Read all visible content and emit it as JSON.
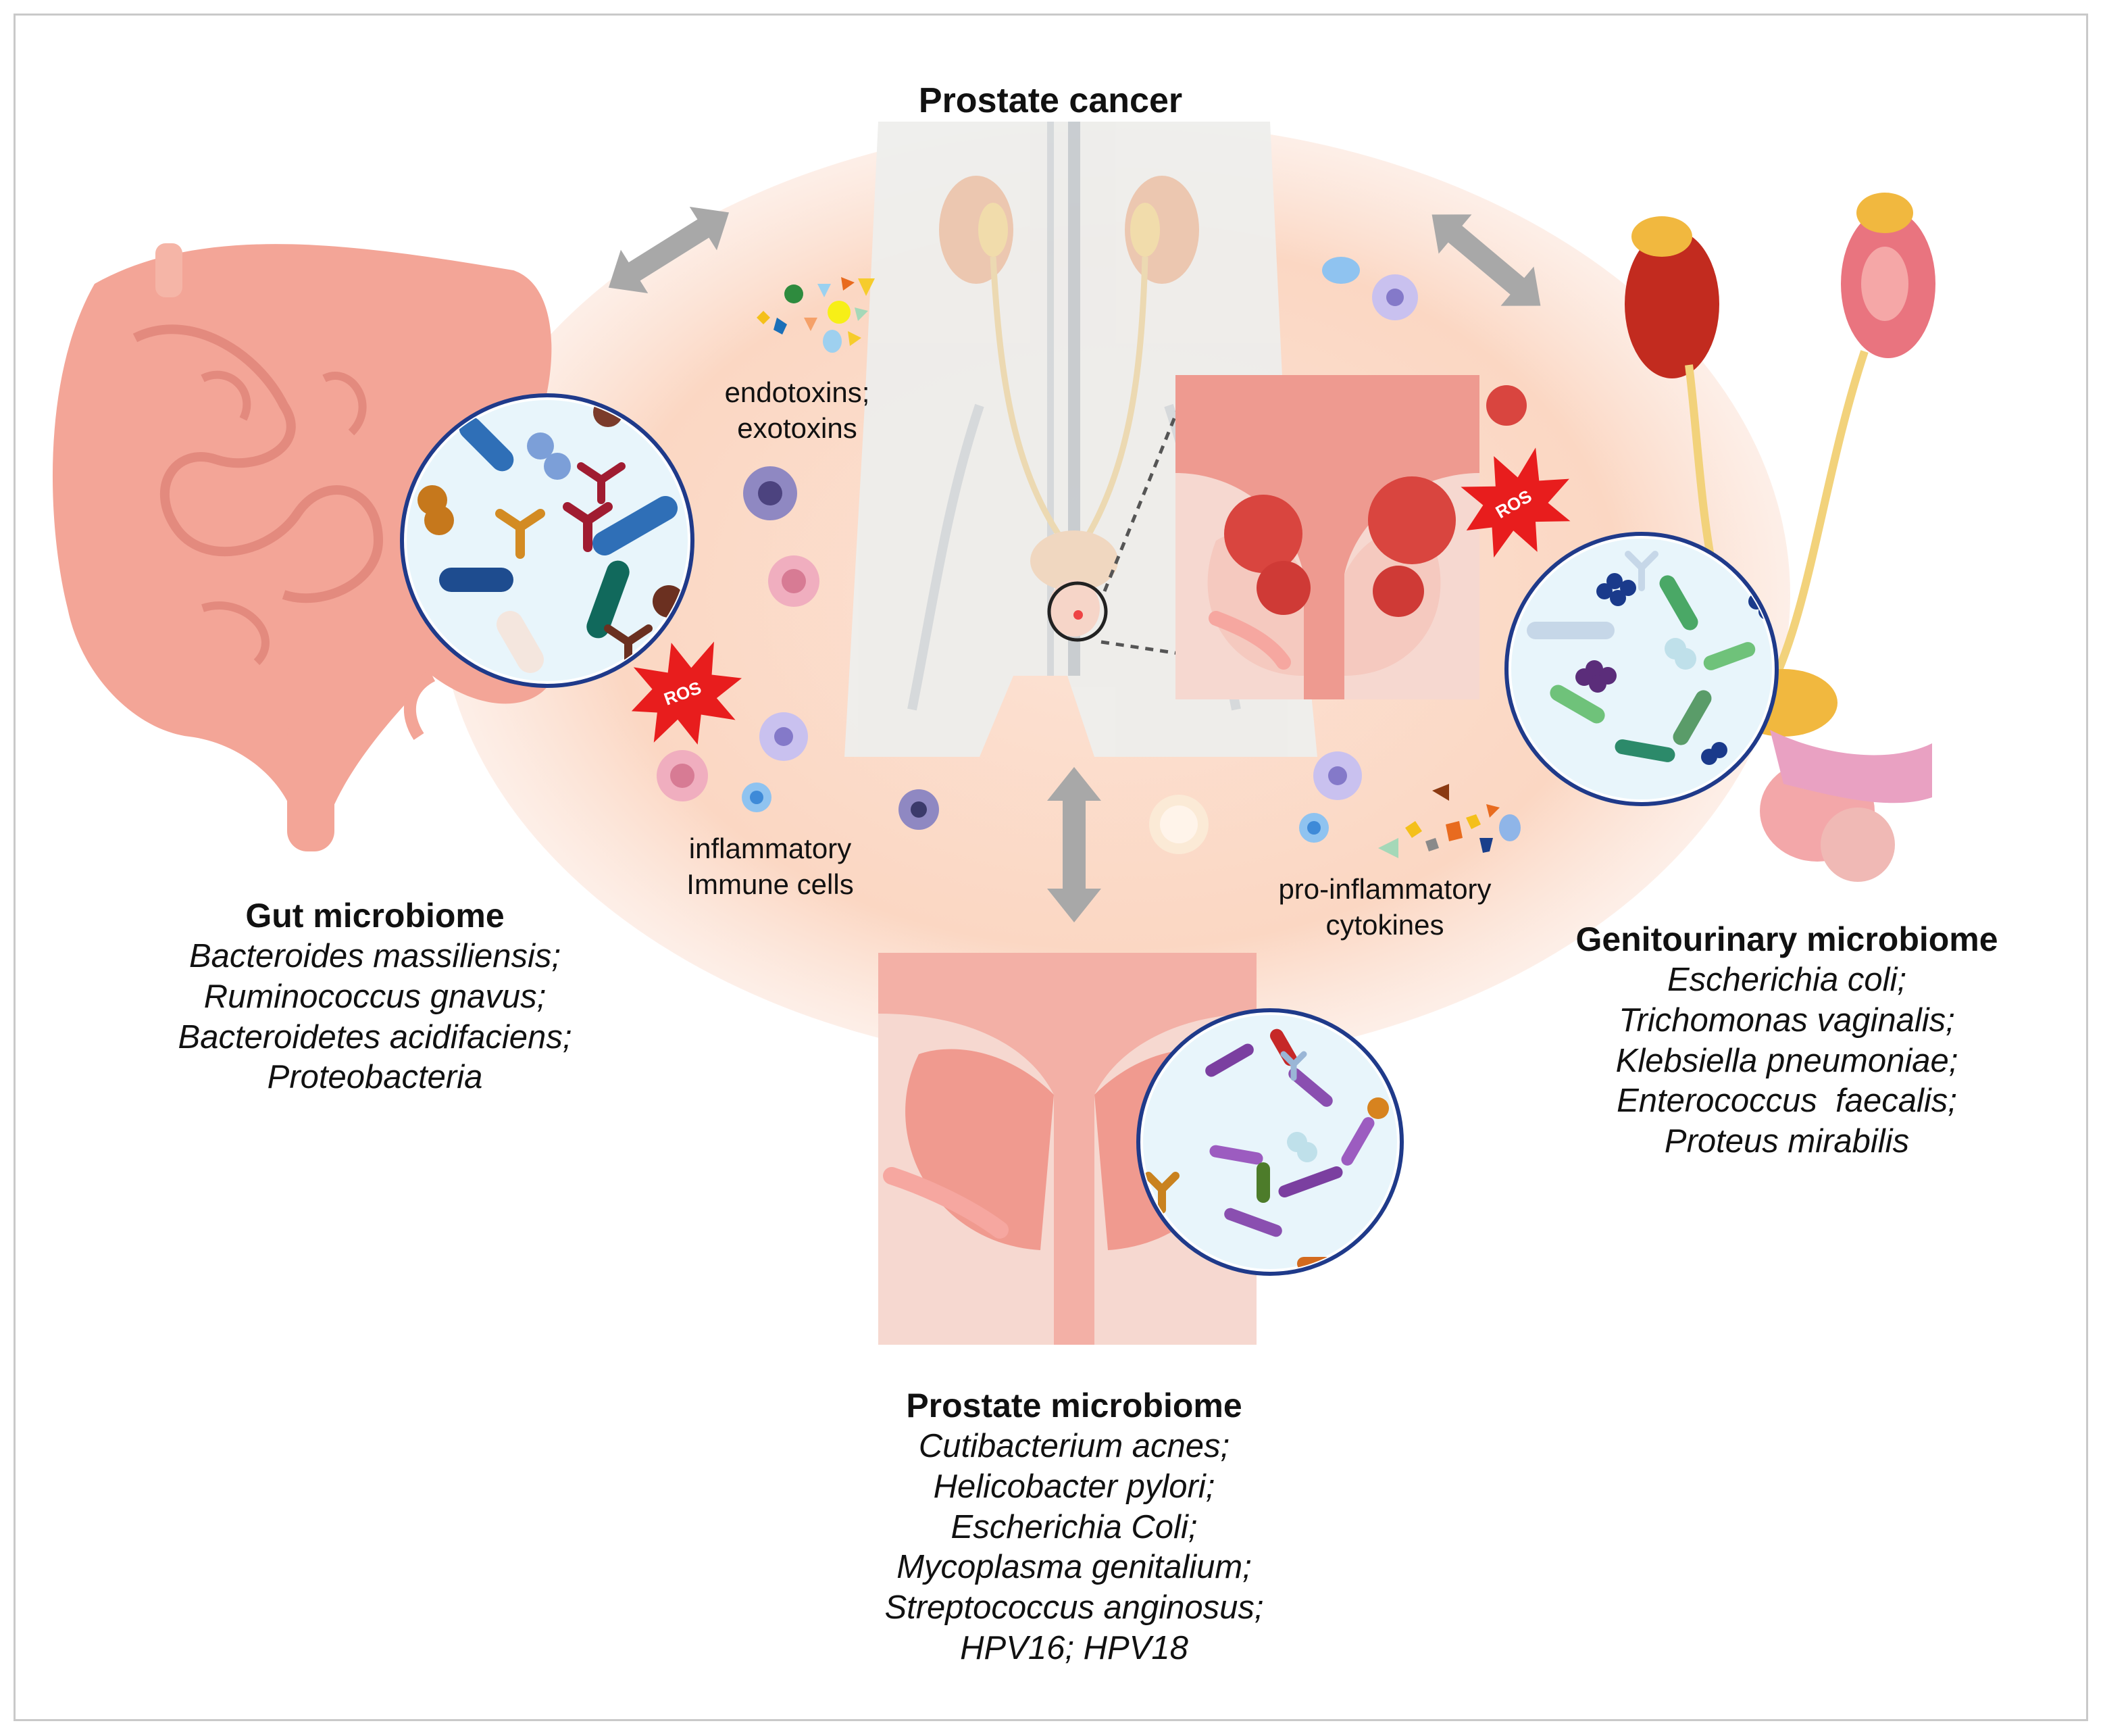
{
  "center": {
    "title": "Prostate cancer"
  },
  "labels": {
    "toxins": [
      "endotoxins;",
      "exotoxins"
    ],
    "immune": [
      "inflammatory",
      "Immune cells"
    ],
    "cytokines": [
      "pro-inflammatory",
      "cytokines"
    ],
    "ros": "ROS"
  },
  "gut": {
    "title": "Gut microbiome",
    "species": [
      "Bacteroides massiliensis;",
      "Ruminococcus gnavus;",
      "Bacteroidetes acidifaciens;",
      "Proteobacteria"
    ]
  },
  "genitourinary": {
    "title": "Genitourinary microbiome",
    "species": [
      "Escherichia coli;",
      "Trichomonas vaginalis;",
      "Klebsiella pneumoniae;",
      "Enterococcus  faecalis;",
      "Proteus mirabilis"
    ]
  },
  "prostate": {
    "title": "Prostate microbiome",
    "species": [
      "Cutibacterium acnes;",
      "Helicobacter pylori;",
      "Escherichia Coli;",
      "Mycoplasma genitalium;",
      "Streptococcus anginosus;",
      "HPV16; HPV18"
    ]
  },
  "colors": {
    "halo": "#fbd9c6",
    "gut_tissue": "#f3a597",
    "arrow": "#a8a8a8",
    "tumor": "#d9453f",
    "ros": "#e81d1d"
  }
}
